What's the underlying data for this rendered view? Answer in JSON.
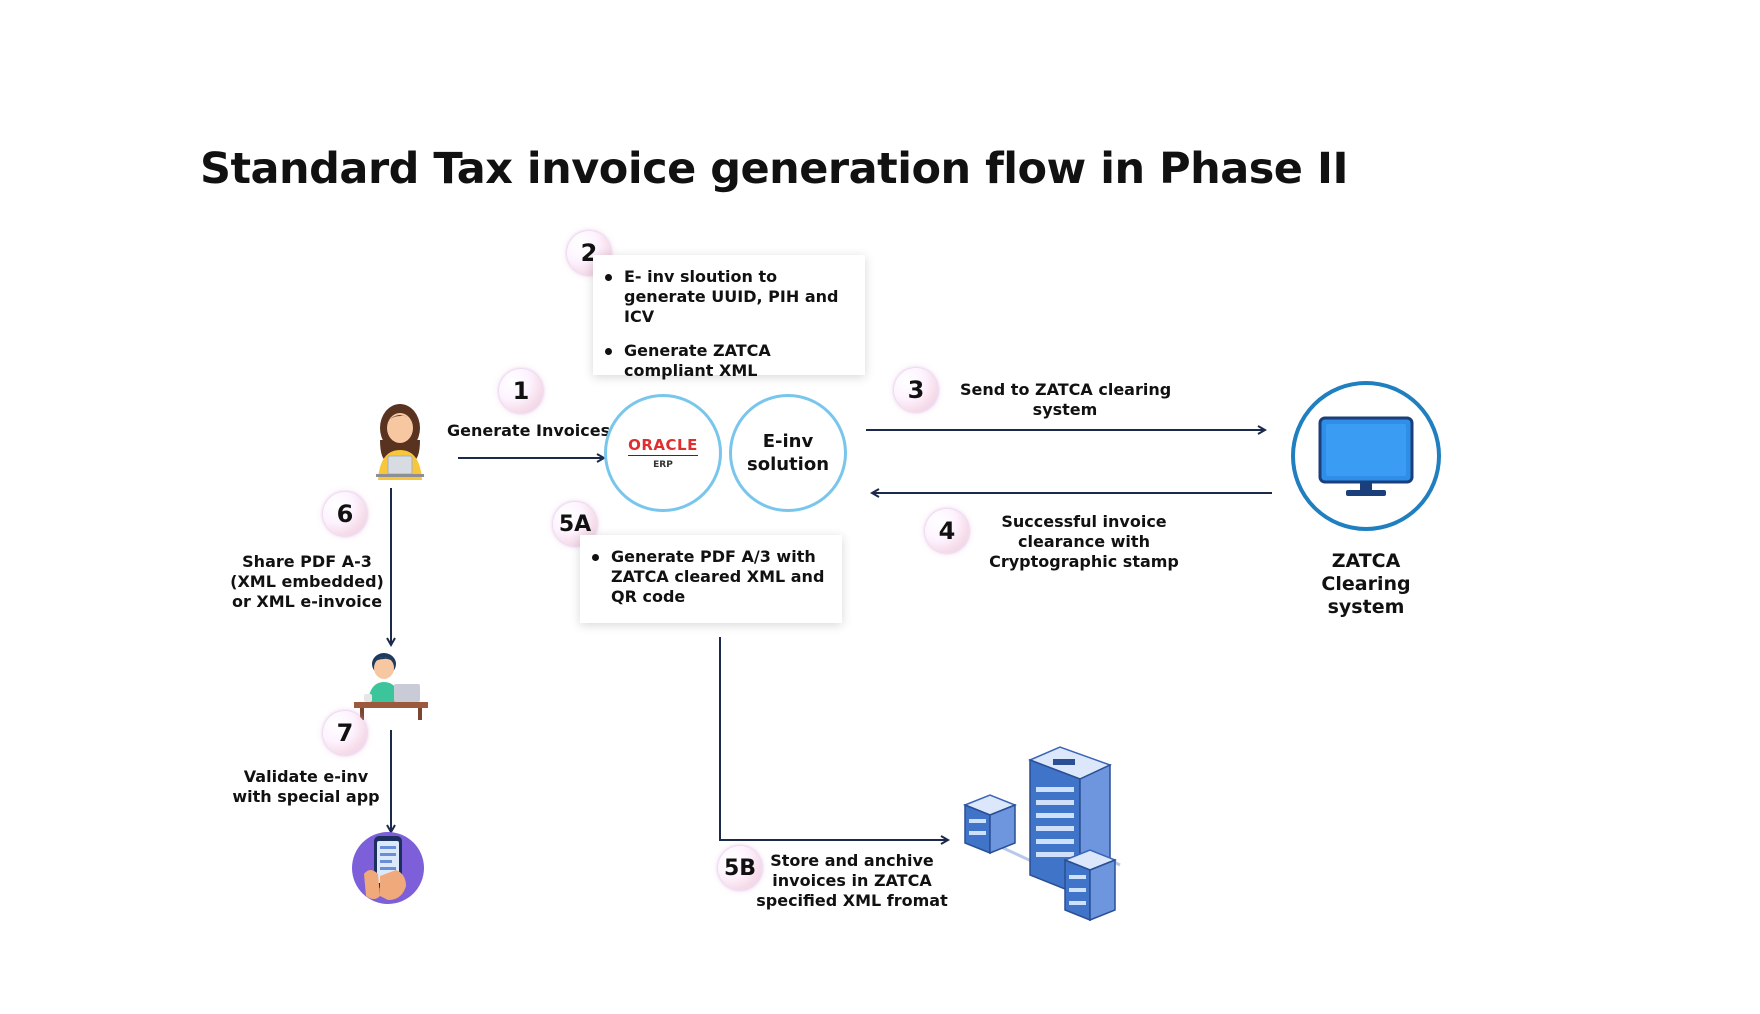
{
  "title": "Standard  Tax invoice generation flow in Phase II",
  "erp": {
    "brand": "ORACLE",
    "sub": "ERP"
  },
  "einv": {
    "line1": "E-inv",
    "line2": "solution"
  },
  "steps": {
    "s1": {
      "badge": "1",
      "label": "Generate Invoices"
    },
    "s2": {
      "badge": "2",
      "items": [
        "E- inv sloution to generate UUID, PIH and ICV",
        "Generate ZATCA compliant XML"
      ]
    },
    "s3": {
      "badge": "3",
      "line1": "Send to ZATCA clearing",
      "line2": "system"
    },
    "s4": {
      "badge": "4",
      "line1": "Successful invoice",
      "line2": "clearance with",
      "line3": "Cryptographic stamp"
    },
    "s5a": {
      "badge": "5A",
      "items": [
        "Generate PDF A/3 with ZATCA cleared XML and QR code"
      ]
    },
    "s5b": {
      "badge": "5B",
      "line1": "Store and anchive",
      "line2": "invoices in ZATCA",
      "line3": "specified XML fromat"
    },
    "s6": {
      "badge": "6",
      "line1": "Share PDF A-3",
      "line2": "(XML embedded)",
      "line3": "or XML e-invoice"
    },
    "s7": {
      "badge": "7",
      "line1": "Validate e-inv",
      "line2": "with special app"
    }
  },
  "zatca": {
    "line1": "ZATCA",
    "line2": "Clearing",
    "line3": "system"
  },
  "colors": {
    "arrow": "#1b2a4a",
    "circle_border": "#79c6ec",
    "zatca_ring": "#1f7fbf",
    "monitor": "#2f8ee8",
    "oracle_red": "#e02d2d"
  }
}
